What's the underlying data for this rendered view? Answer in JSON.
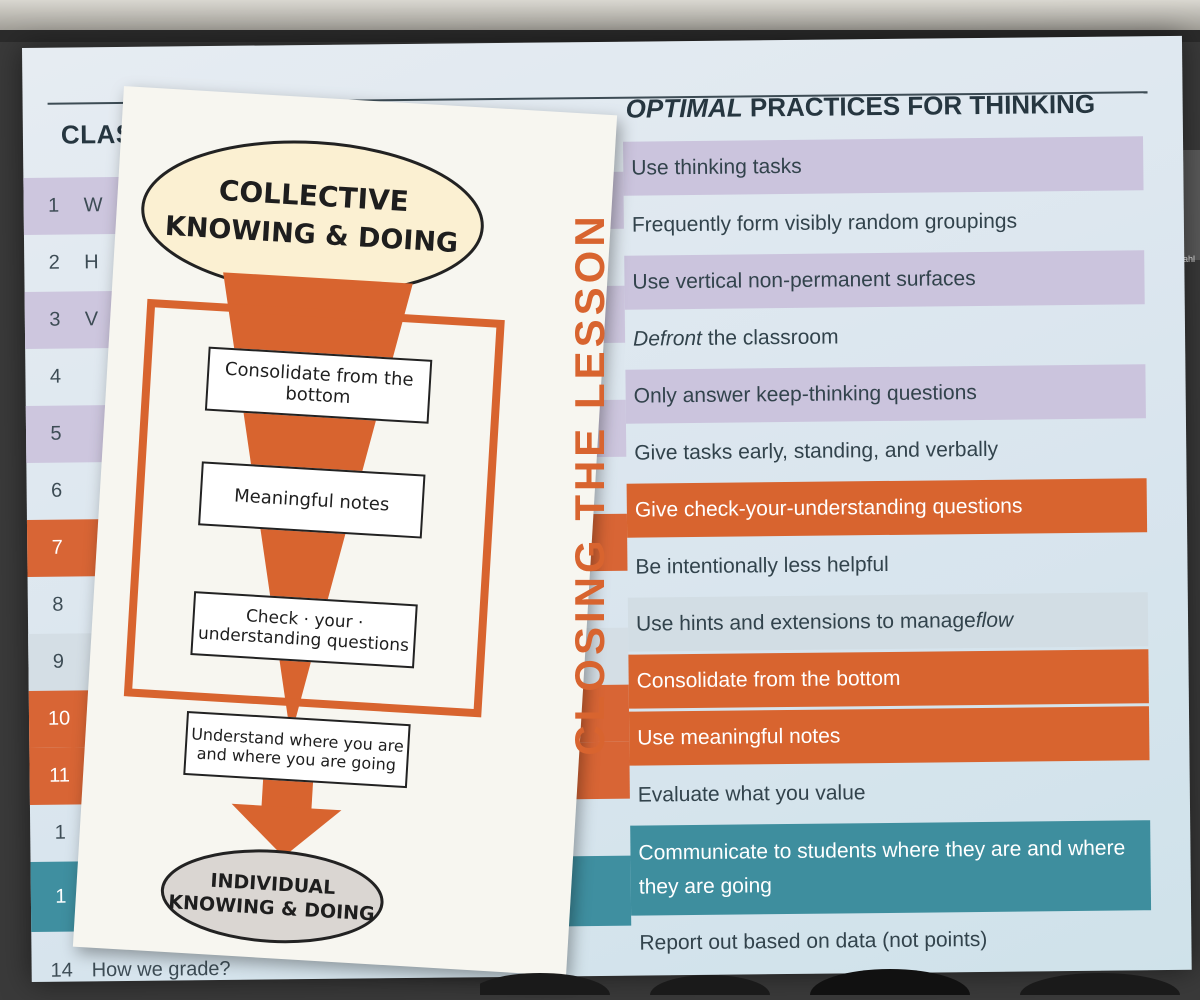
{
  "left_heading": "CLASS",
  "right_heading_italic": "OPTIMAL",
  "right_heading_rest": " PRACTICES FOR THINKING",
  "left_rows": [
    {
      "n": "1",
      "t": "W"
    },
    {
      "n": "2",
      "t": "H"
    },
    {
      "n": "3",
      "t": "V"
    },
    {
      "n": "4",
      "t": ""
    },
    {
      "n": "5",
      "t": ""
    },
    {
      "n": "6",
      "t": ""
    },
    {
      "n": "7",
      "t": ""
    },
    {
      "n": "8",
      "t": ""
    },
    {
      "n": "9",
      "t": ""
    },
    {
      "n": "10",
      "t": ""
    },
    {
      "n": "11",
      "t": ""
    },
    {
      "n": "1",
      "t": ""
    },
    {
      "n": "1",
      "t": ""
    },
    {
      "n": "14",
      "t": "How we grade?"
    }
  ],
  "practices": [
    "Use thinking tasks",
    "Frequently form visibly random groupings",
    "Use vertical non-permanent surfaces",
    "the classroom",
    "Only answer keep-thinking questions",
    "Give tasks early, standing, and verbally",
    "Give check-your-understanding questions",
    "Be intentionally less helpful",
    "Use hints and extensions to manage ",
    "Consolidate from the bottom",
    "Use meaningful notes",
    "Evaluate what you value",
    "Communicate to students where they are and where they are going",
    "Report out based on data (not points)"
  ],
  "practice_defront": "Defront",
  "practice_flow": "flow",
  "card": {
    "cloud_text_1": "COLLECTIVE",
    "cloud_text_2": "KNOWING & DOING",
    "box1": "Consolidate from the bottom",
    "box2": "Meaningful notes",
    "box3": "Check · your · understanding questions",
    "box4": "Understand where you are and where you are going",
    "oval_1": "INDIVIDUAL",
    "oval_2": "KNOWING & DOING",
    "vertical_title": "CLOSING THE LESSON"
  },
  "speaker_name": "Peter Liljedahl",
  "colors": {
    "orange": "#d8642f",
    "purple": "#cbc4dd",
    "teal": "#3e8e9e"
  }
}
